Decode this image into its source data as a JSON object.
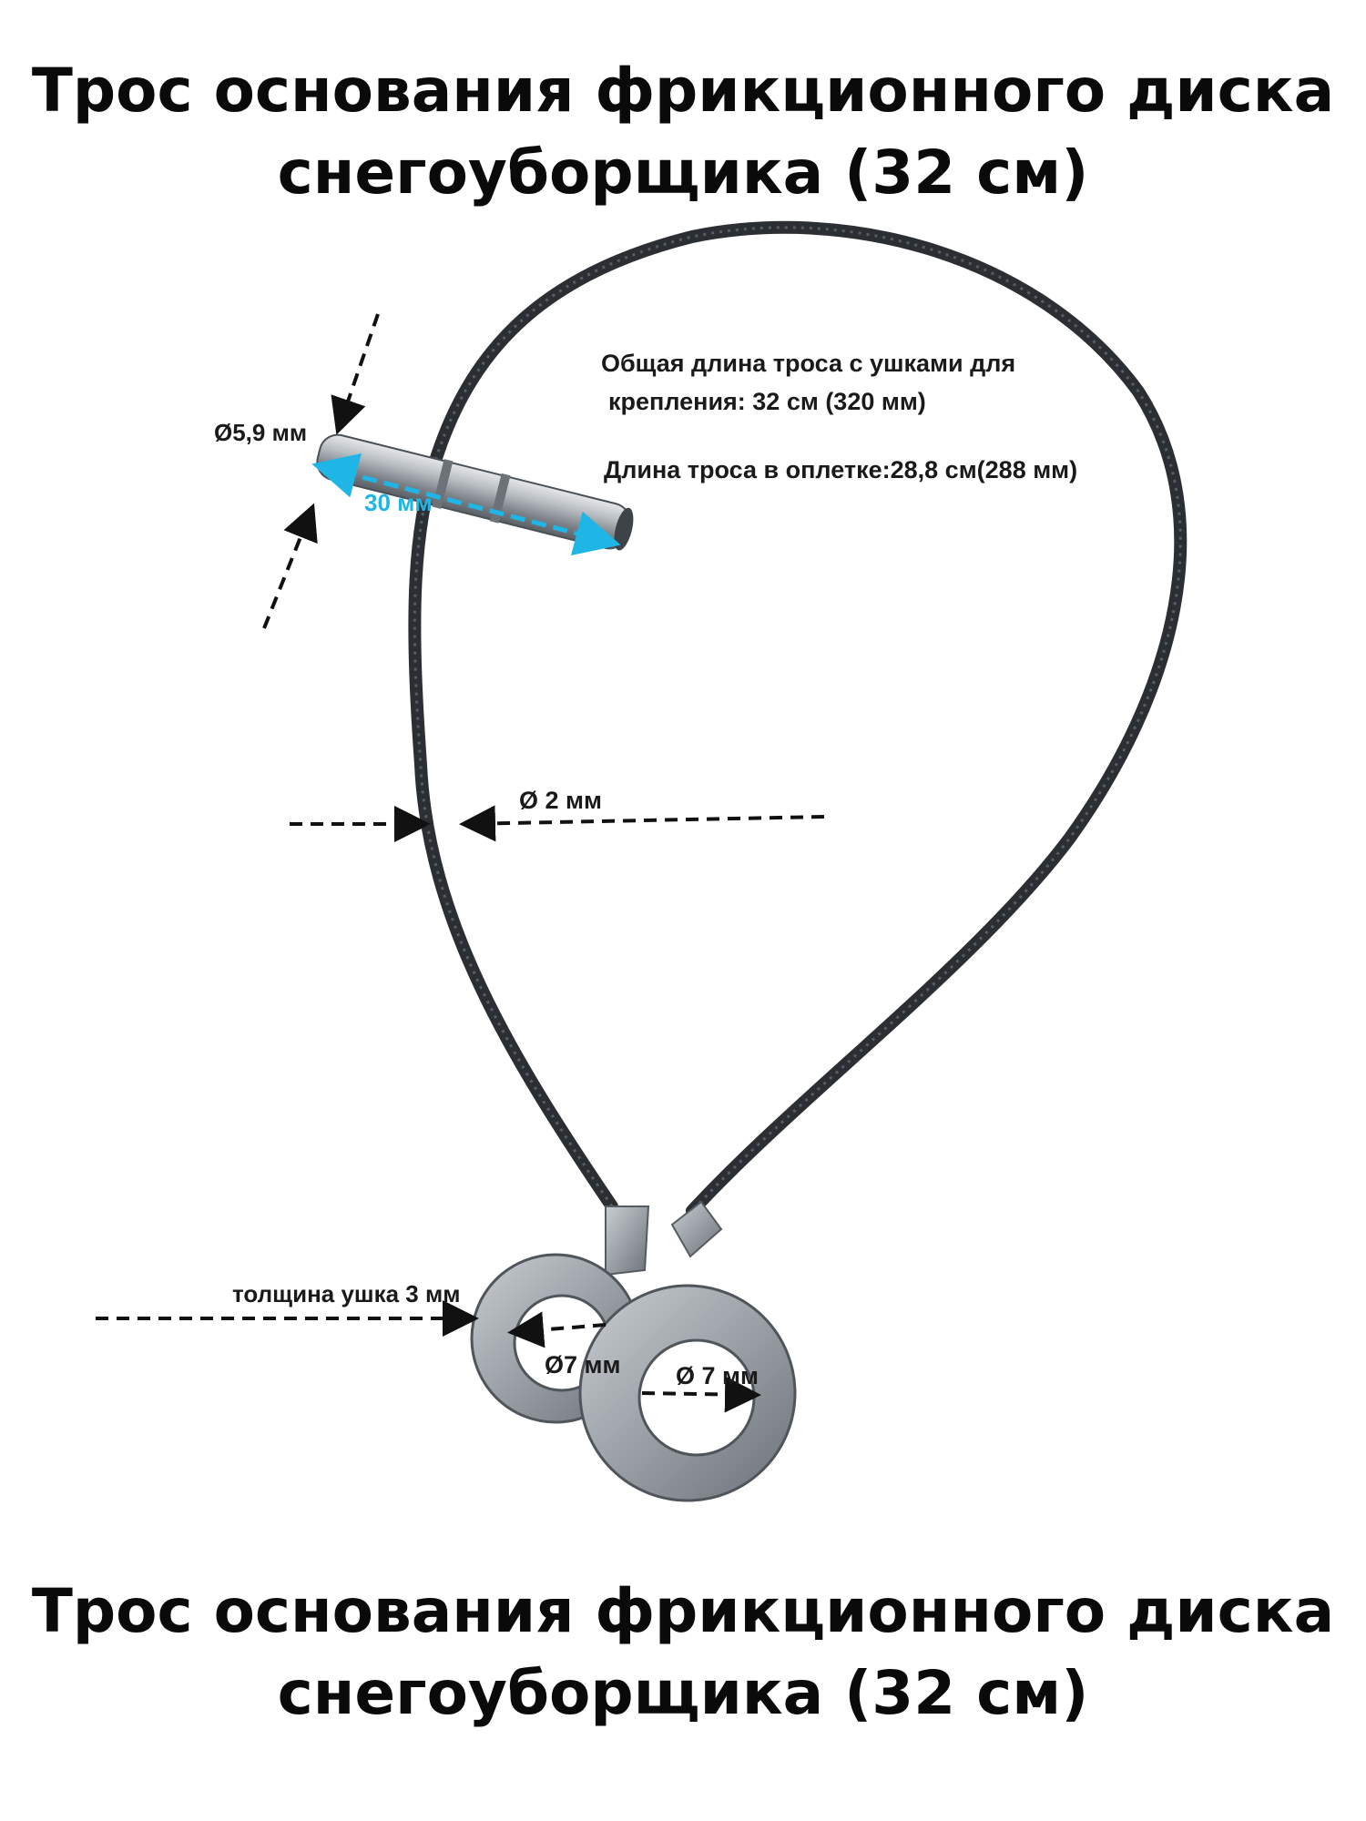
{
  "title_top": {
    "line1": "Трос основания фрикционного диска",
    "line2": "снегоуборщика (32 см)"
  },
  "title_bottom": {
    "line1": "Трос основания фрикционного диска",
    "line2": "снегоуборщика (32 см)"
  },
  "annotations": {
    "total_length_line1": "Общая длина троса с ушками для",
    "total_length_line2": "крепления: 32 см (320 мм)",
    "braided_length": "Длина троса в оплетке:28,8 см(288 мм)",
    "sleeve_diameter": "Ø5,9 мм",
    "sleeve_length": "30 мм",
    "cable_diameter": "Ø  2 мм",
    "eye_thickness": "толщина ушка 3 мм",
    "left_eye_diameter": "Ø7 мм",
    "right_eye_diameter": "Ø 7 мм"
  },
  "colors": {
    "cable": "#2b2f33",
    "metal": "#9aa0a6",
    "dimension_arrow": "#111111",
    "sleeve_dimension": "#1fb6e6"
  }
}
